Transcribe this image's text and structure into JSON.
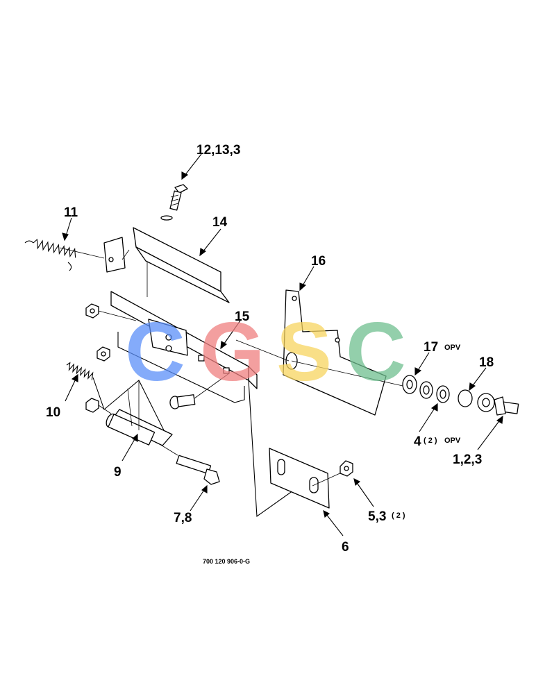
{
  "callouts": {
    "c_12_13_3": "12,13,3",
    "c_11": "11",
    "c_14": "14",
    "c_16": "16",
    "c_15": "15",
    "c_17": "17",
    "c_17_note": "OPV",
    "c_18": "18",
    "c_10": "10",
    "c_4": "4",
    "c_4_qty": "( 2 )",
    "c_4_note": "OPV",
    "c_1_2_3": "1,2,3",
    "c_9": "9",
    "c_7_8": "7,8",
    "c_5_3": "5,3",
    "c_5_3_qty": "( 2 )",
    "c_6": "6"
  },
  "drawing_code": "700 120 906-0-G",
  "watermark": {
    "letters": [
      "C",
      "G",
      "S",
      "C"
    ],
    "colors": [
      "#5b8ff9",
      "#f08080",
      "#f7d560",
      "#6fbf8f"
    ]
  }
}
